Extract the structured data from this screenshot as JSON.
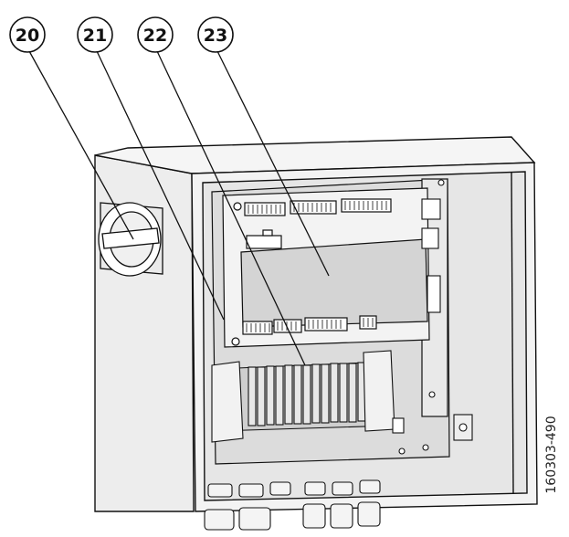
{
  "callouts": [
    {
      "id": "20",
      "label": "20"
    },
    {
      "id": "21",
      "label": "21"
    },
    {
      "id": "22",
      "label": "22"
    },
    {
      "id": "23",
      "label": "23"
    }
  ],
  "figure_code": "160303-490",
  "colors": {
    "line": "#111111",
    "cabinet": "#ededed",
    "panel_shade": "#d9d9d9",
    "board": "#f1f1f1"
  }
}
